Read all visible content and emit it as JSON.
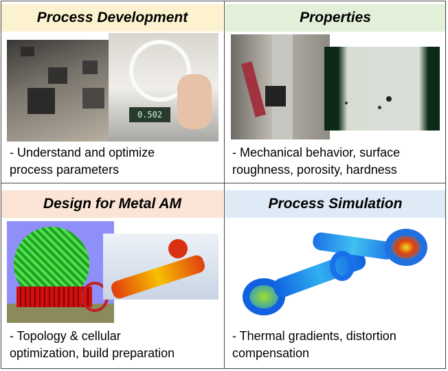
{
  "quadrants": [
    {
      "title": "Process Development",
      "caption_line1": "- Understand and optimize",
      "caption_line2": "process parameters",
      "header_color": "#fdf2d0"
    },
    {
      "title": "Properties",
      "caption_line1": "- Mechanical behavior, surface",
      "caption_line2": "roughness, porosity, hardness",
      "header_color": "#e2efd9"
    },
    {
      "title": "Design for Metal AM",
      "caption_line1": "- Topology & cellular",
      "caption_line2": "optimization, build preparation",
      "header_color": "#fbe4d5"
    },
    {
      "title": "Process Simulation",
      "caption_line1": "- Thermal gradients, distortion",
      "caption_line2": "compensation",
      "header_color": "#deeaf6"
    }
  ],
  "scale_readout": "0.502"
}
